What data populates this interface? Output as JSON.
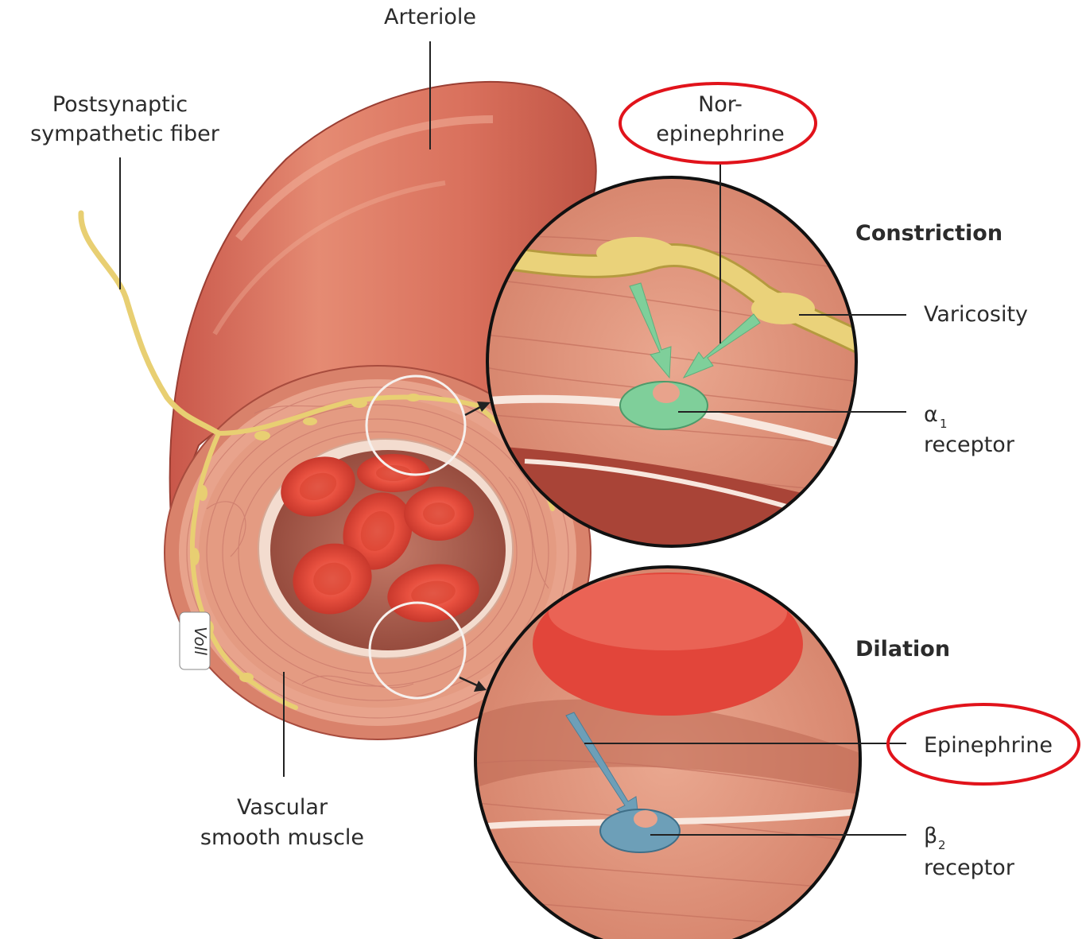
{
  "labels": {
    "arteriole": "Arteriole",
    "postsynaptic_line1": "Postsynaptic",
    "postsynaptic_line2": "sympathetic fiber",
    "nor_line1": "Nor-",
    "nor_line2": "epinephrine",
    "constriction": "Constriction",
    "varicosity": "Varicosity",
    "alpha_symbol": "α",
    "alpha_sub": "1",
    "alpha_receptor": "receptor",
    "dilation": "Dilation",
    "epinephrine": "Epinephrine",
    "beta_symbol": "β",
    "beta_sub": "2",
    "beta_receptor": "receptor",
    "vascular_line1": "Vascular",
    "vascular_line2": "smooth muscle",
    "signature": "Voll"
  },
  "colors": {
    "vessel_outer": "#d9705c",
    "vessel_highlight": "#f0a58f",
    "muscle": "#e6a08a",
    "lumen": "#a3574a",
    "rbc": "#e2453a",
    "nerve": "#ecd67a",
    "alpha_receptor": "#7fcf9a",
    "beta_receptor": "#6d9fb8",
    "highlight_ring": "#e1131b"
  }
}
